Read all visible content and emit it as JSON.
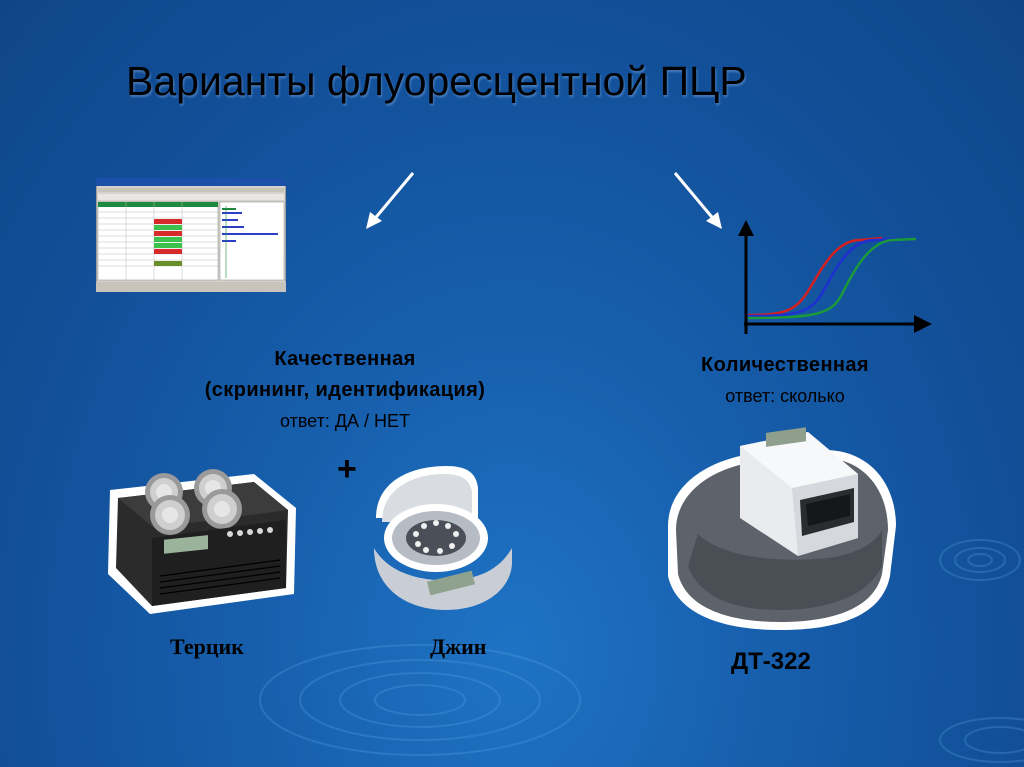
{
  "slide": {
    "title": "Варианты флуоресцентной ПЦР"
  },
  "qualitative": {
    "heading": "Качественная",
    "subtitle": "(скрининг, идентификация)",
    "answer": "ответ: ДА / НЕТ"
  },
  "quantitative": {
    "heading": "Количественная",
    "answer": "ответ: сколько"
  },
  "plus_sign": "+",
  "devices": {
    "tertsik": "Терцик",
    "dzhin": "Джин",
    "dt322": "ДТ-322"
  },
  "colors": {
    "background": "#175fad",
    "curve_red": "#d42020",
    "curve_blue": "#1f2fd0",
    "curve_green": "#1c9a3a"
  }
}
